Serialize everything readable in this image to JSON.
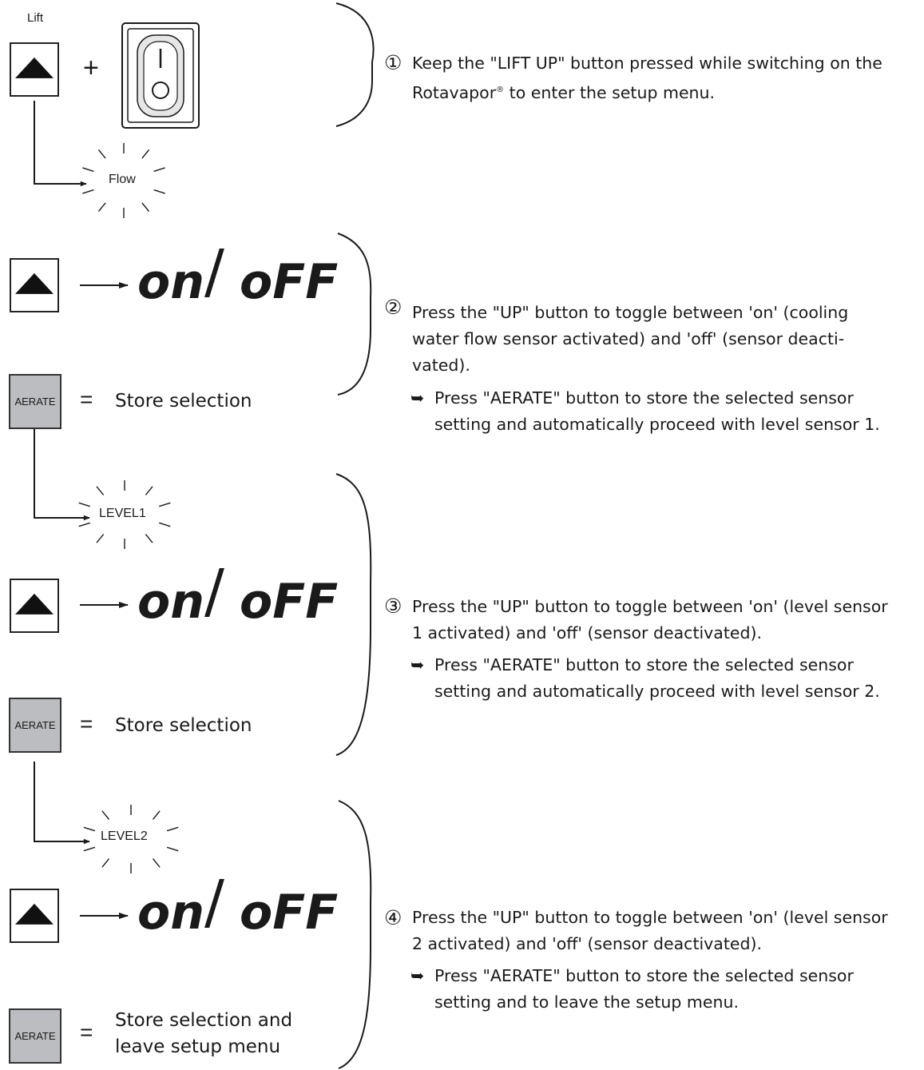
{
  "steps": [
    {
      "number": "①",
      "button_label": "Lift",
      "plus": "+",
      "flash_label": "Flow",
      "description": "Keep the \"LIFT UP\" button pressed while switching on the Rotavapor",
      "registered_mark": "®",
      "description_end": " to enter the setup menu."
    },
    {
      "number": "②",
      "toggle_on": "on",
      "toggle_sep": "/",
      "toggle_off": "oFF",
      "aerate_label": "AERATE",
      "equals": "=",
      "store_label": "Store selection",
      "description": "Press the \"UP\" button to toggle between 'on' (cooling water flow sensor activated) and 'off' (sensor deacti- vated).",
      "bullet": "Press \"AERATE\" button to store the selected sensor setting and automatically proceed with level sensor 1."
    },
    {
      "number": "③",
      "flash_label": "LEVEL1",
      "toggle_on": "on",
      "toggle_sep": "/",
      "toggle_off": "oFF",
      "aerate_label": "AERATE",
      "equals": "=",
      "store_label": "Store selection",
      "description": "Press the \"UP\" button to toggle between 'on' (level sensor 1 activated) and 'off' (sensor deactivated).",
      "bullet": "Press \"AERATE\" button to store the selected sensor setting and automatically proceed with level sensor 2."
    },
    {
      "number": "④",
      "flash_label": "LEVEL2",
      "toggle_on": "on",
      "toggle_sep": "/",
      "toggle_off": "oFF",
      "aerate_label": "AERATE",
      "equals": "=",
      "store_label": "Store selection and leave setup menu",
      "description": "Press the \"UP\" button to toggle between 'on' (level sensor 2 activated) and 'off' (sensor deactivated).",
      "bullet": "Press \"AERATE\" button to store the selected sensor setting and to leave the setup menu."
    }
  ],
  "bullet_arrow": "➥",
  "colors": {
    "aerate_fill": "#bcbdc0",
    "ink": "#1a1a1a",
    "switch_fill": "#e6e6e6"
  }
}
